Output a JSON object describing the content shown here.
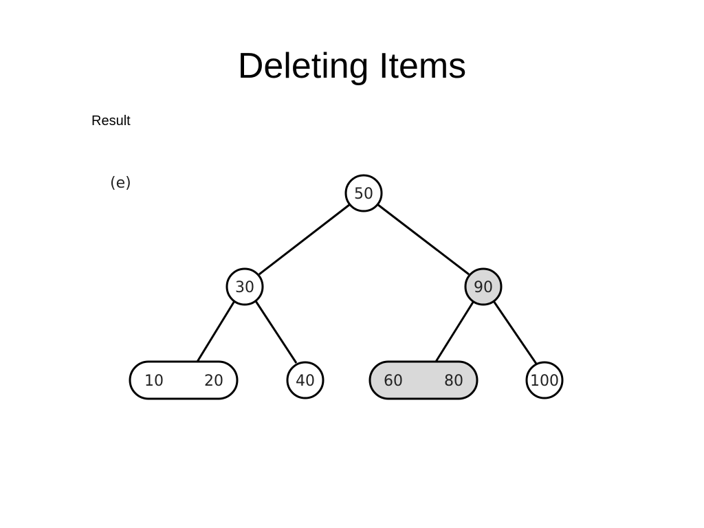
{
  "slide": {
    "title": "Deleting Items",
    "caption": "Result"
  },
  "diagram": {
    "panel_label": "(e)",
    "colors": {
      "node_fill": "#ffffff",
      "highlight_fill": "#d9d9d9",
      "stroke": "#000000",
      "text": "#222222"
    },
    "nodes": {
      "root": {
        "keys": [
          "50"
        ],
        "highlighted": false
      },
      "left": {
        "keys": [
          "30"
        ],
        "highlighted": false
      },
      "right": {
        "keys": [
          "90"
        ],
        "highlighted": true
      },
      "leaf_10_20": {
        "keys": [
          "10",
          "20"
        ],
        "highlighted": false
      },
      "leaf_40": {
        "keys": [
          "40"
        ],
        "highlighted": false
      },
      "leaf_60_80": {
        "keys": [
          "60",
          "80"
        ],
        "highlighted": true
      },
      "leaf_100": {
        "keys": [
          "100"
        ],
        "highlighted": false
      }
    }
  }
}
